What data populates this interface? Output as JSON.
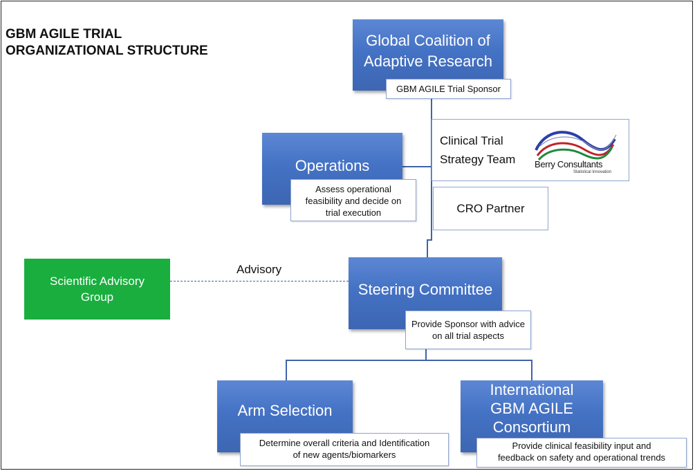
{
  "title": {
    "line1": "GBM AGILE TRIAL",
    "line2": "ORGANIZATIONAL STRUCTURE"
  },
  "sponsor": {
    "line1": "Global Coalition of",
    "line2": "Adaptive Research",
    "sub": "GBM AGILE Trial Sponsor"
  },
  "operations": {
    "label": "Operations",
    "sub1": "Assess operational",
    "sub2": "feasibility and decide on",
    "sub3": "trial execution"
  },
  "strategy": {
    "line1": "Clinical Trial",
    "line2": "Strategy Team",
    "logo_text": "Berry Consultants",
    "logo_tagline": "Statistical Innovation"
  },
  "cro": {
    "label": "CRO Partner"
  },
  "advisory_group": {
    "line1": "Scientific Advisory",
    "line2": "Group",
    "link_label": "Advisory"
  },
  "steering": {
    "label": "Steering Committee",
    "sub1": "Provide Sponsor with advice",
    "sub2": "on all trial aspects"
  },
  "arm_selection": {
    "label": "Arm Selection",
    "sub1": "Determine overall criteria and Identification",
    "sub2": "of new agents/biomarkers"
  },
  "consortium": {
    "line1": "International",
    "line2": "GBM AGILE",
    "line3": "Consortium",
    "sub1": "Provide clinical feasibility input and",
    "sub2": "feedback on safety and operational trends"
  },
  "colors": {
    "node_blue": "#4472c4",
    "advisory_green": "#1aae3f",
    "connector": "#3f63a8"
  }
}
